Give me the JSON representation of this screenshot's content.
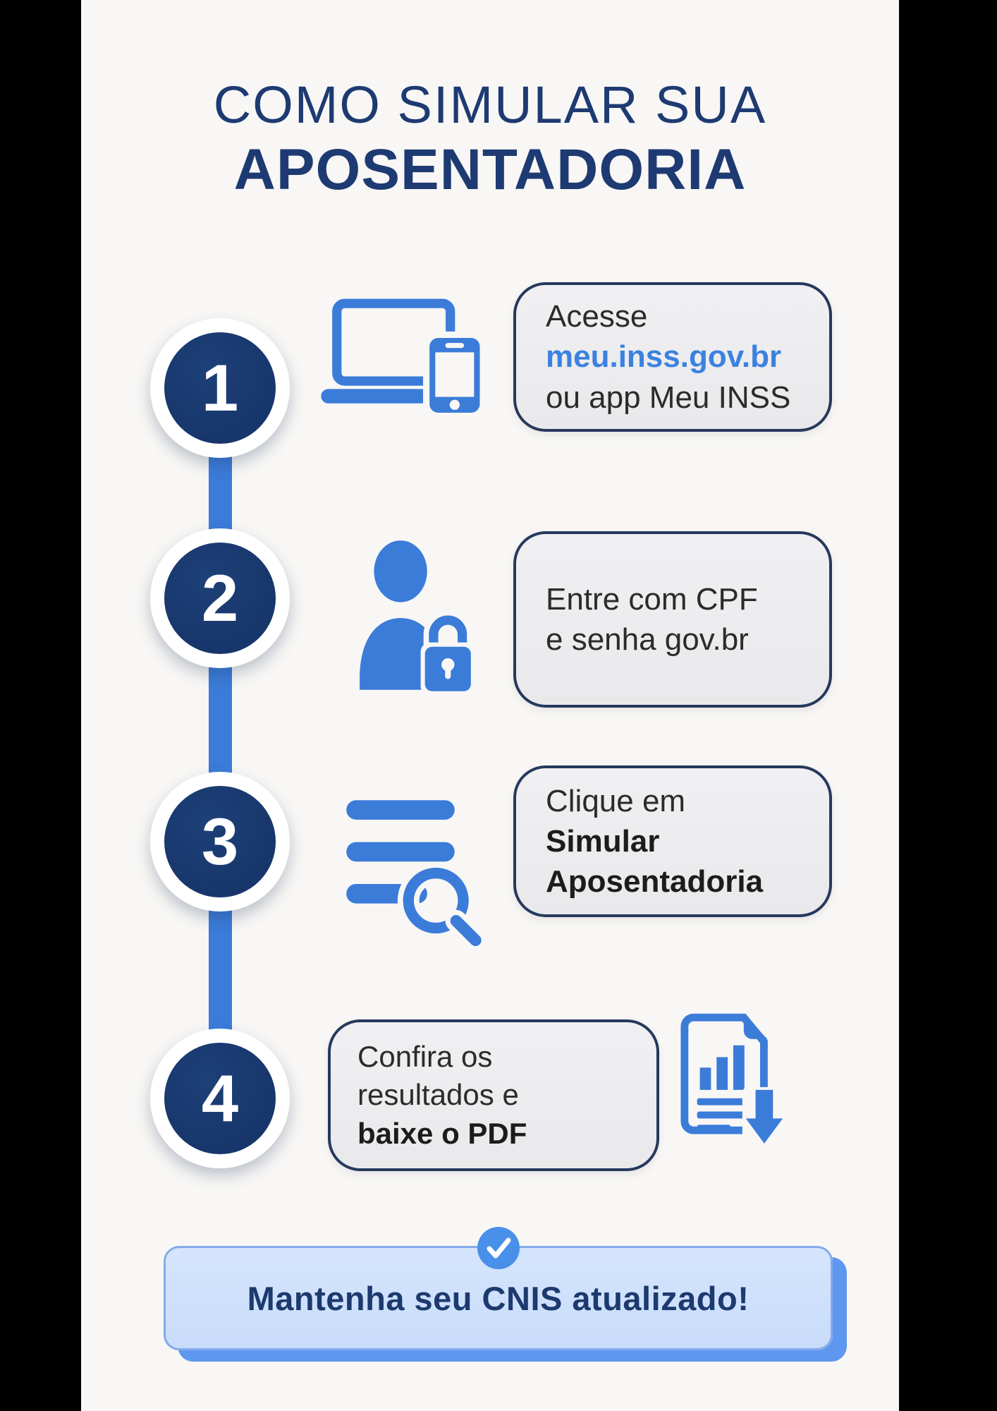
{
  "title": {
    "line1": "COMO SIMULAR SUA",
    "line2": "APOSENTADORIA"
  },
  "steps": [
    {
      "number": "1",
      "icon": "laptop-phone-icon",
      "lines": [
        {
          "text": "Acesse",
          "style": "regular"
        },
        {
          "text": "meu.inss.gov.br",
          "style": "link-bold"
        },
        {
          "text": "ou app Meu INSS",
          "style": "regular"
        }
      ]
    },
    {
      "number": "2",
      "icon": "user-lock-icon",
      "lines": [
        {
          "text": "Entre com CPF",
          "style": "regular"
        },
        {
          "text": "e senha gov.br",
          "style": "regular"
        }
      ]
    },
    {
      "number": "3",
      "icon": "menu-search-icon",
      "lines": [
        {
          "text": "Clique em",
          "style": "regular"
        },
        {
          "text": "Simular",
          "style": "bold"
        },
        {
          "text": "Aposentadoria",
          "style": "bold"
        }
      ]
    },
    {
      "number": "4",
      "icon": "document-download-icon",
      "lines": [
        {
          "text": "Confira os",
          "style": "regular"
        },
        {
          "text": "resultados e",
          "style": "regular"
        },
        {
          "text": "baixe o PDF",
          "style": "bold"
        }
      ]
    }
  ],
  "footer": {
    "icon": "check-icon",
    "text": "Mantenha seu CNIS atualizado!"
  },
  "colors": {
    "accent": "#3b7cd9",
    "navy": "#1e3a72",
    "link": "#3b82e0",
    "circle": "#17366b",
    "box_border": "#26395e",
    "box_bg": "#ededee",
    "banner_bg": "#cfe1fb",
    "banner_shadow": "#5e97ef",
    "banner_text": "#1d3a6e",
    "check_circle": "#4890e9"
  }
}
